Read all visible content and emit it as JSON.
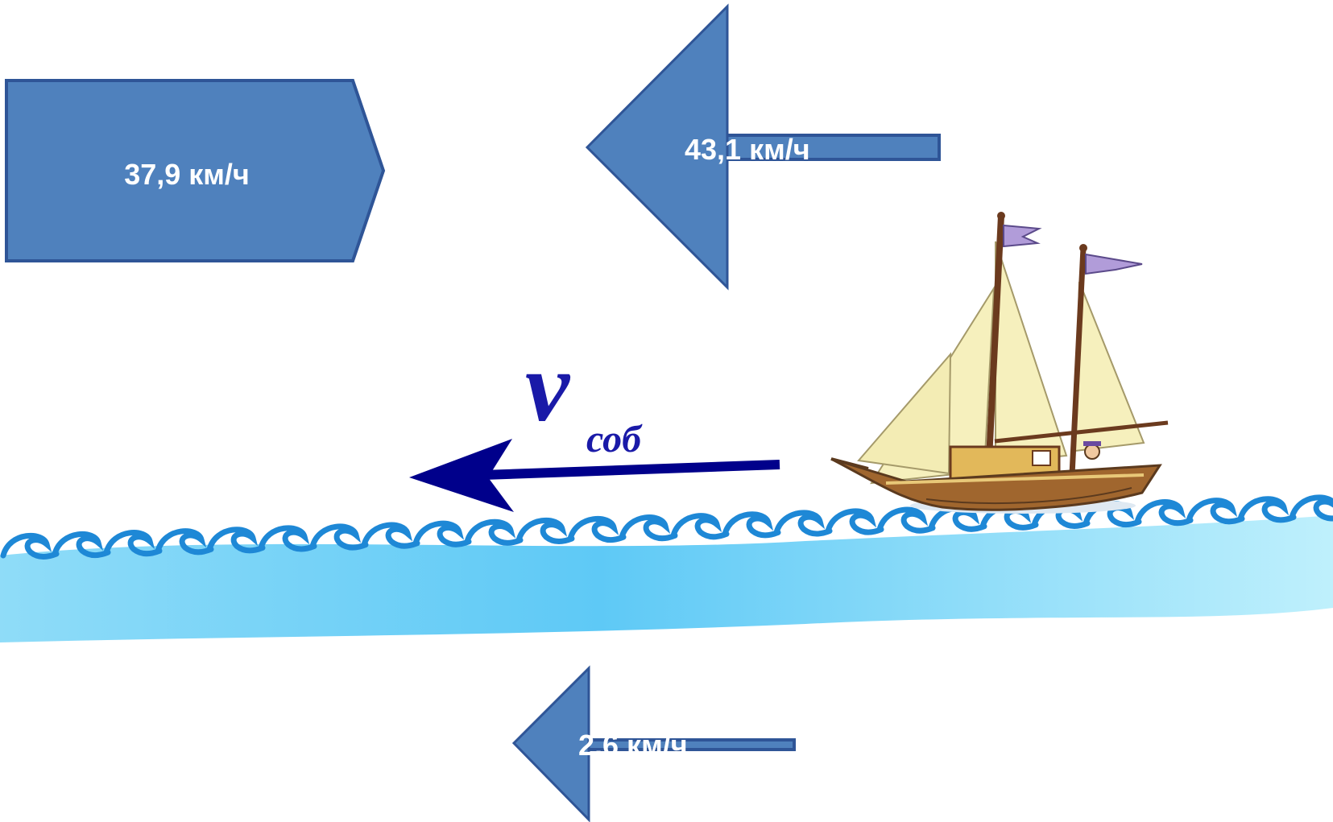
{
  "speed_box": {
    "label": "37,9 км/ч"
  },
  "top_arrow": {
    "label": "43,1 км/ч"
  },
  "bottom_arrow": {
    "label": "2,6 км/ч"
  },
  "velocity": {
    "symbol": "v",
    "subscript": "соб"
  },
  "colors": {
    "shape_fill": "#4f81bd",
    "shape_stroke": "#2f5597",
    "velocity_arrow": "#00008b",
    "water_light": "#a8e6fb",
    "water_mid": "#5cc8f5",
    "wave_stroke": "#1e88d6"
  }
}
